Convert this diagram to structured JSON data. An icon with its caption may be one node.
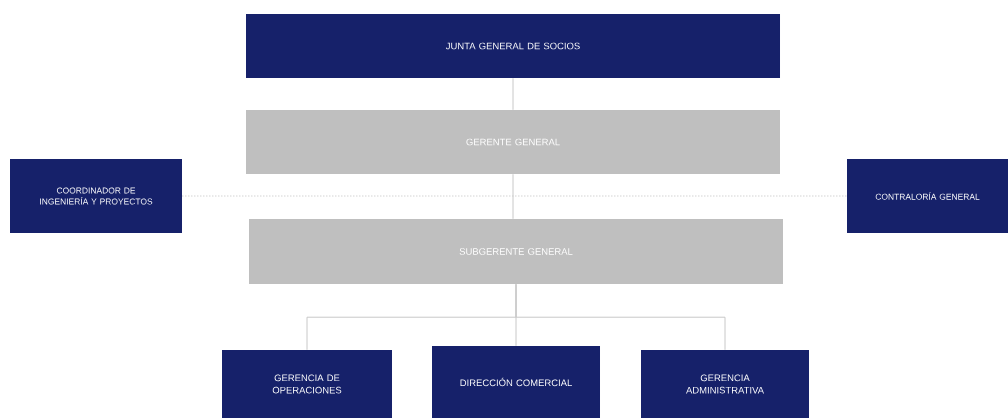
{
  "diagram": {
    "nodes": [
      {
        "text": [
          "JUNTA GENERAL DE SOCIOS"
        ]
      },
      {
        "text": [
          "GERENTE GENERAL"
        ]
      },
      {
        "text": [
          "COORDINADOR DE INGENIERÍA Y PROYECTOS"
        ]
      },
      {
        "text": [
          "CONTRALORÍA GENERAL"
        ]
      },
      {
        "text": [
          "SUBGERENTE GENERAL"
        ]
      },
      {
        "text": [
          "GERENCIA DE OPERACIONES"
        ]
      },
      {
        "text": [
          "DIRECCIÓN COMERCIAL"
        ]
      },
      {
        "text": [
          "GERENCIA ADMINISTRATIVA"
        ]
      }
    ],
    "edges": [
      {
        "from": 0,
        "to": 1,
        "arrow": "none"
      },
      {
        "from": 1,
        "to": 4,
        "arrow": "none"
      },
      {
        "from": 2,
        "to": 3,
        "arrow": "none",
        "style": "dashed"
      },
      {
        "from": 4,
        "to": 5,
        "arrow": "none"
      },
      {
        "from": 4,
        "to": 6,
        "arrow": "none"
      },
      {
        "from": 4,
        "to": 7,
        "arrow": "none"
      }
    ]
  }
}
